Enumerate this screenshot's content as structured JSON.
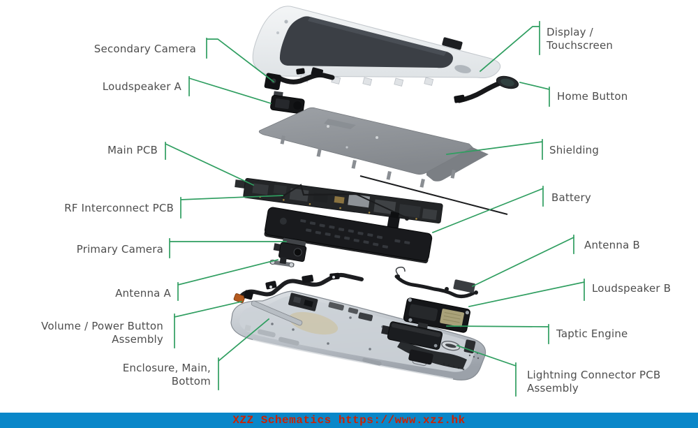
{
  "diagram": {
    "subject": "iphone-exploded-view",
    "labels": {
      "left": [
        {
          "id": "secondary-camera",
          "text": "Secondary Camera"
        },
        {
          "id": "loudspeaker-a",
          "text": "Loudspeaker A"
        },
        {
          "id": "main-pcb",
          "text": "Main PCB"
        },
        {
          "id": "rf-interconnect-pcb",
          "text": "RF Interconnect PCB"
        },
        {
          "id": "primary-camera",
          "text": "Primary Camera"
        },
        {
          "id": "antenna-a",
          "text": "Antenna A"
        },
        {
          "id": "volume-power-button",
          "text": "Volume / Power Button\nAssembly"
        },
        {
          "id": "enclosure-main-bottom",
          "text": "Enclosure, Main,\nBottom"
        }
      ],
      "right": [
        {
          "id": "display-touchscreen",
          "text": "Display /\nTouchscreen"
        },
        {
          "id": "home-button",
          "text": "Home Button"
        },
        {
          "id": "shielding",
          "text": "Shielding"
        },
        {
          "id": "battery",
          "text": "Battery"
        },
        {
          "id": "antenna-b",
          "text": "Antenna B"
        },
        {
          "id": "loudspeaker-b",
          "text": "Loudspeaker B"
        },
        {
          "id": "taptic-engine",
          "text": "Taptic Engine"
        },
        {
          "id": "lightning-connector",
          "text": "Lightning Connector PCB\nAssembly"
        }
      ]
    }
  },
  "footer": {
    "text": "XZZ Schematics https://www.xzz.hk"
  },
  "colors": {
    "leader_line": "#2f9e60",
    "label_text": "#4d4d4d",
    "footer_bg": "#0a87c9",
    "footer_text": "#cc2200"
  }
}
